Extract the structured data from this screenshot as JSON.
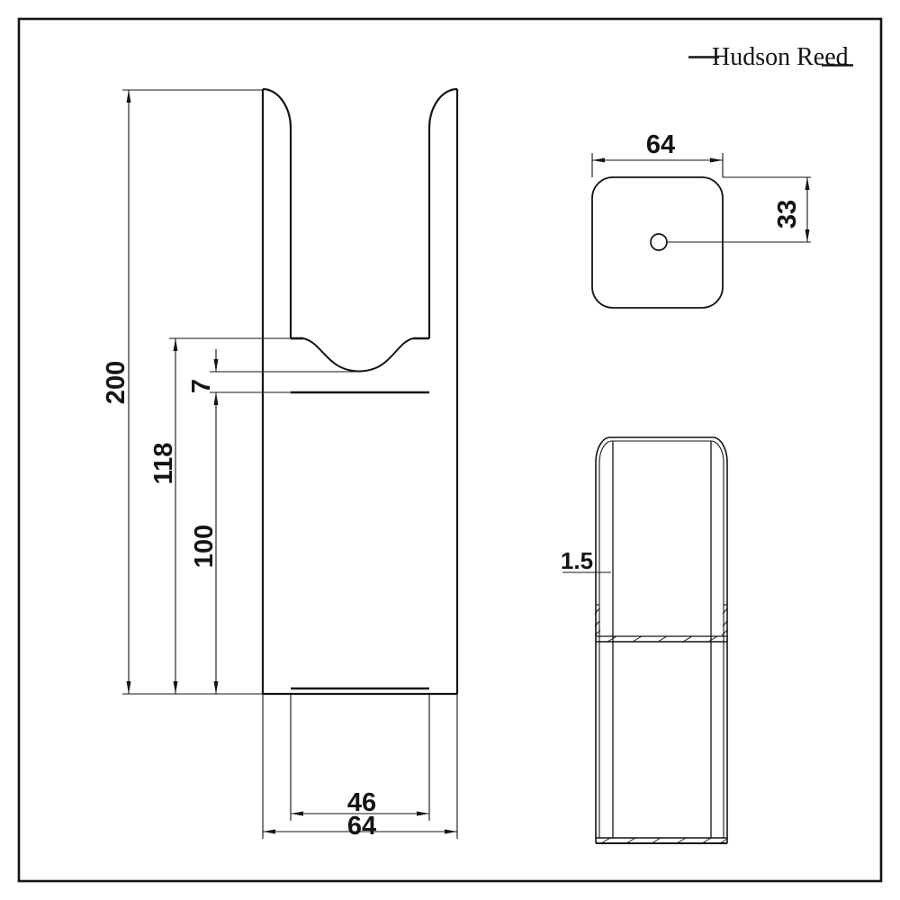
{
  "logo": {
    "text": "Hudson Reed"
  },
  "drawing": {
    "background": "#ffffff",
    "line_color": "#141414",
    "front_view": {
      "overall_height_mm": "200",
      "slot_depth_mm": "118",
      "bore_depth_mm": "100",
      "saddle_drop_mm": "7",
      "inner_width_mm": "46",
      "overall_width_mm": "64"
    },
    "top_view": {
      "overall_width_mm": "64",
      "hole_offset_mm": "33"
    },
    "side_view": {
      "wall_thickness_mm": "1.5"
    }
  }
}
